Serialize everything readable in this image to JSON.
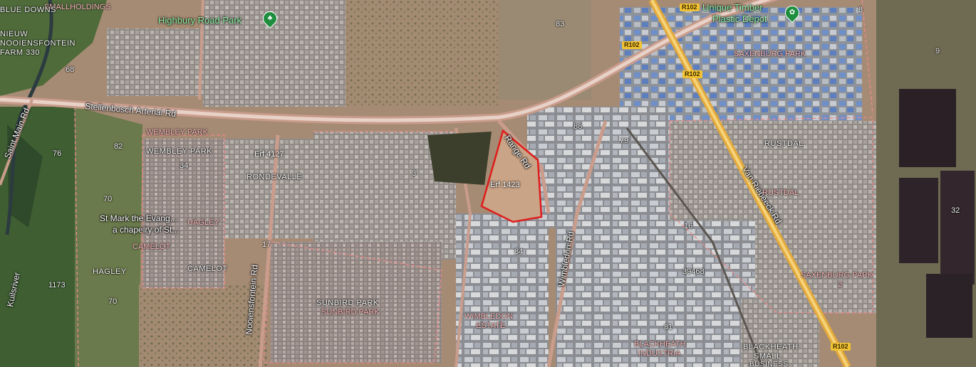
{
  "map": {
    "roads": {
      "arterial": "Stellenbosch Arterial Rd",
      "range": "Range Rd",
      "wimbledon": "Wimbledon Rd",
      "van_riebeeck": "Van Riebeeck Rd",
      "nooiensfontein": "Nooiensfontein Rd",
      "saint_main": "Saint Main Rd",
      "kuils": "Kuilsriver"
    },
    "route_shields": [
      "R102",
      "R102",
      "R102",
      "R102"
    ],
    "pois": {
      "highbury_park": "Highbury Road Park",
      "timber_line1": "Unique Timber",
      "timber_line2": "Plastic Depot",
      "chapel_line1": "St Mark the Evang...",
      "chapel_line2": "a chapelry of St..."
    },
    "plot_label": "Erf 1423",
    "erf_label": "Erf 4127",
    "suburbs": {
      "smallholdings": "SMALLHOLDINGS",
      "blue_downs": "BLUE DOWNS",
      "nieuw_line1": "NIEUW",
      "nieuw_line2": "NOOIENSFONTEIN",
      "nieuw_line3": "FARM 330",
      "saxenburg_park": "SAXENBURG PARK",
      "saxenburg_park_2a": "SAXENBURG PARK",
      "saxenburg_park_2b": "2",
      "rustdal_white": "RUSTDAL",
      "rustdal_pink": "RUSTDAL",
      "wembley_pink": "WEMBLEY PARK",
      "wembley_white": "WEMBLEY PARK",
      "rondevalle": "RONDEVALLE",
      "hagley_pink": "HAGLEY",
      "hagley_white": "HAGLEY",
      "camelot_pink": "CAMELOT",
      "camelot_white": "CAMELOT",
      "sunbird_white": "SUNBIRD PARK",
      "sunbird_pink": "SUNBIRD PARK",
      "wimbledon_1": "WIMBLEDON",
      "wimbledon_2": "ESTATE",
      "blackheath_1": "BLACKHEATH",
      "blackheath_2": "INDUSTRIA",
      "bh_small_1": "BLACKHEATH",
      "bh_small_2": "SMALL",
      "bh_small_3": "BUSINESS"
    },
    "numbers": [
      "68",
      "83",
      "88",
      "79",
      "82",
      "34",
      "3",
      "76",
      "70",
      "17",
      "1173",
      "70",
      "84",
      "16",
      "39468",
      "81",
      "9",
      "32",
      "8"
    ]
  }
}
